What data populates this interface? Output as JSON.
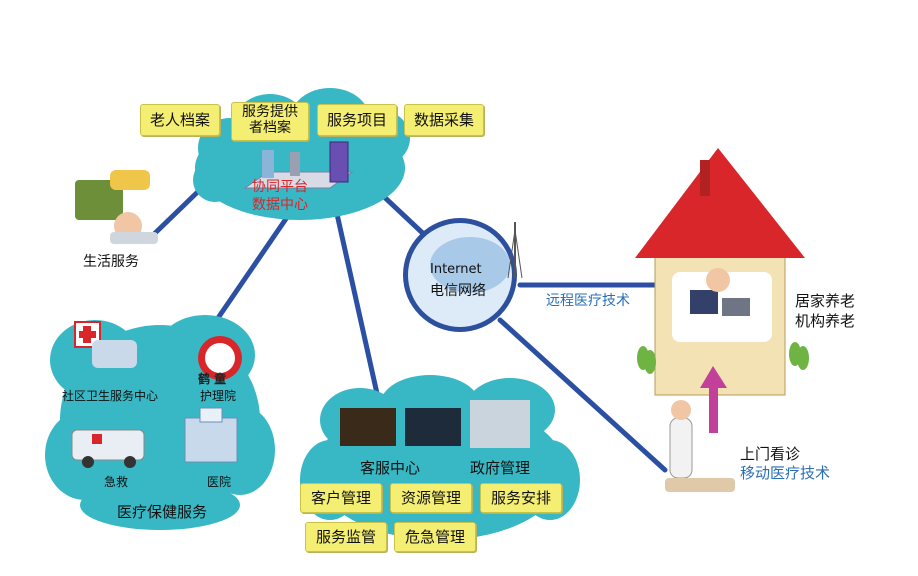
{
  "data_center": {
    "tags": [
      "老人档案",
      "服务提供\n者档案",
      "服务项目",
      "数据采集"
    ],
    "label_line1": "协同平台",
    "label_line2": "数据中心"
  },
  "internet": {
    "line1": "Internet",
    "line2": "电信网络"
  },
  "life_service": "生活服务",
  "medical": {
    "community": "社区卫生服务中心",
    "nursing": "护理院",
    "emergency": "急救",
    "hospital": "医院",
    "title": "医疗保健服务",
    "nursing_logo_text": "鹤  童"
  },
  "customer": {
    "center": "客服中心",
    "gov": "政府管理",
    "tags": [
      "客户管理",
      "资源管理",
      "服务安排",
      "服务监管",
      "危急管理"
    ]
  },
  "remote_medical": "远程医疗技术",
  "home": {
    "line1": "居家养老",
    "line2": "机构养老"
  },
  "visit": {
    "line1": "上门看诊",
    "line2": "移动医疗技术"
  },
  "colors": {
    "cloud": "#38b7c4",
    "line": "#2b4fa3",
    "roof": "#d8262b",
    "wall": "#f3e2b4",
    "arrow": "#c2409a",
    "tag": "#f4ee72"
  }
}
